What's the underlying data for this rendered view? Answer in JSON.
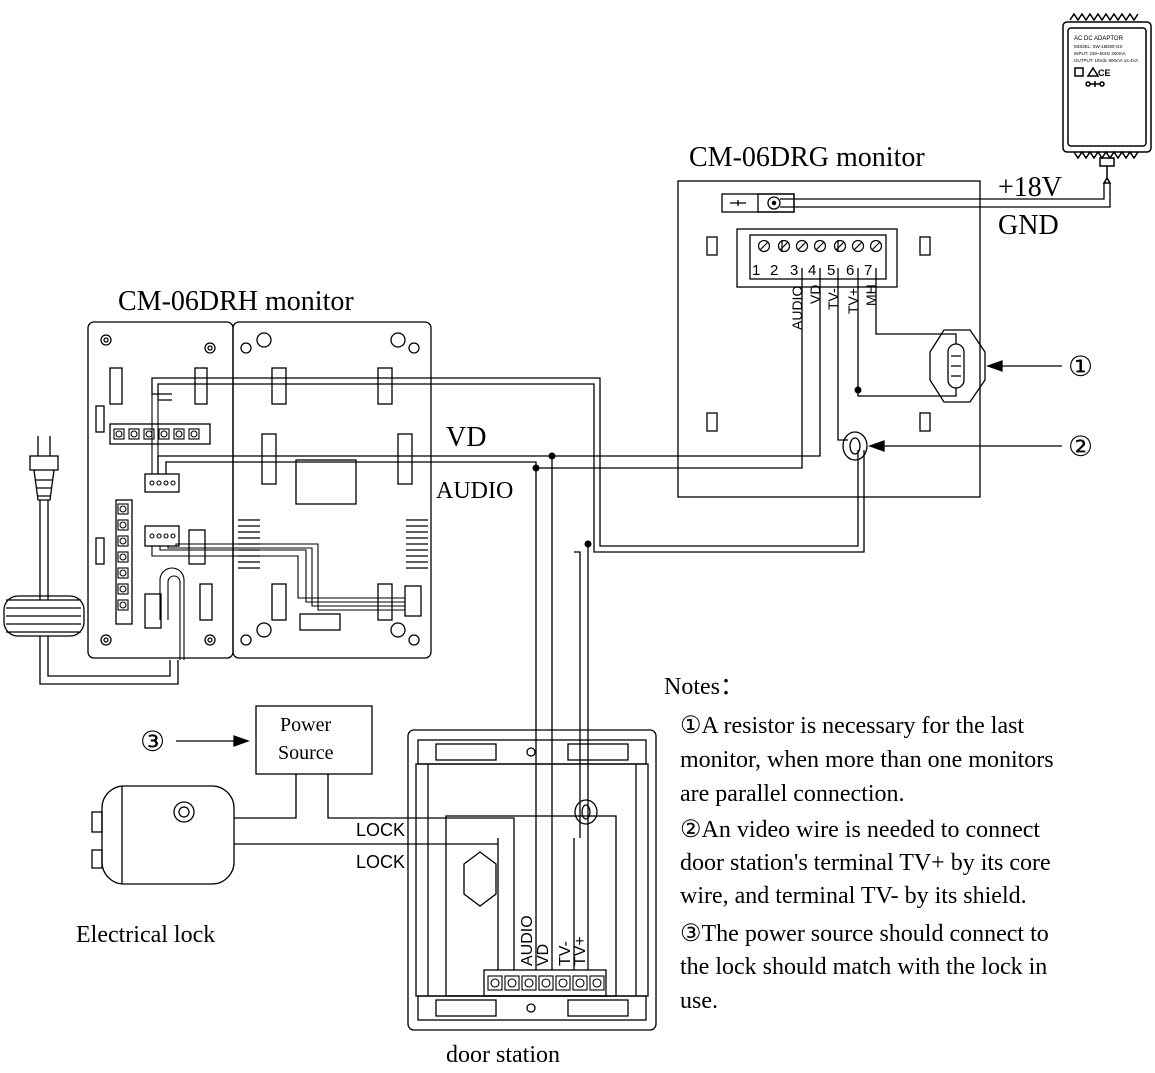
{
  "labels": {
    "drg_monitor": "CM-06DRG monitor",
    "drh_monitor": "CM-06DRH monitor",
    "door_station": "door station",
    "electrical_lock": "Electrical lock",
    "power_source_line1": "Power",
    "power_source_line2": "Source",
    "plus18v": "+18V",
    "gnd": "GND",
    "vd": "VD",
    "audio": "AUDIO",
    "lock1": "LOCK",
    "lock2": "LOCK"
  },
  "adaptor": {
    "line1": "AC DC ADAPTOR",
    "line2": "MODEL: SW-18D80-GS",
    "line3": "INPUT: 230~50Hz 200mA",
    "line4": "OUTPUT: 18Vdc 800mA 14.4VA"
  },
  "drg_terminals": {
    "numbers": [
      "1",
      "2",
      "3",
      "4",
      "5",
      "6",
      "7"
    ],
    "names": [
      "AUDIO",
      "VD",
      "TV-",
      "TV+",
      "MH"
    ]
  },
  "door_terminals": {
    "names": [
      "AUDIO",
      "VD",
      "TV-",
      "TV+"
    ]
  },
  "markers": {
    "m1": "①",
    "m2": "②",
    "m3": "③"
  },
  "notes": {
    "title": "Notes：",
    "n1_line1": "①A resistor is necessary for the last",
    "n1_line2": "monitor, when more than one monitors",
    "n1_line3": "are parallel connection.",
    "n2_line1": "②An video wire is needed to connect",
    "n2_line2": "door station's terminal  TV+ by its core",
    "n2_line3": "wire, and terminal TV- by its shield.",
    "n3_line1": " ③The power source should connect to",
    "n3_line2": "the lock should match with  the lock in",
    "n3_line3": "use."
  }
}
